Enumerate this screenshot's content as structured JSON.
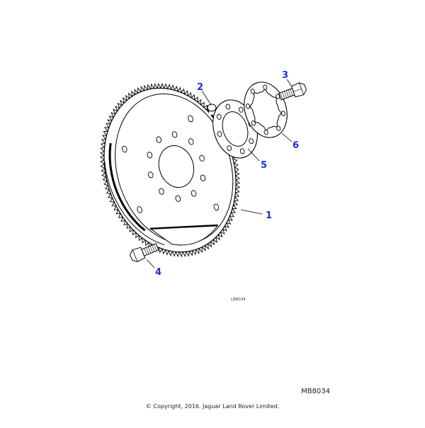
{
  "callouts": [
    {
      "id": "1",
      "label": "1"
    },
    {
      "id": "2",
      "label": "2"
    },
    {
      "id": "3",
      "label": "3"
    },
    {
      "id": "4",
      "label": "4"
    },
    {
      "id": "5",
      "label": "5"
    },
    {
      "id": "6",
      "label": "6"
    }
  ],
  "drawing_ref": "LB8034",
  "diagram_code": "MB8034",
  "copyright": "© Copyright, 2016. Jaguar Land Rover Limited.",
  "colors": {
    "callout": "#1a2ee0",
    "line": "#000000",
    "background": "#ffffff"
  }
}
